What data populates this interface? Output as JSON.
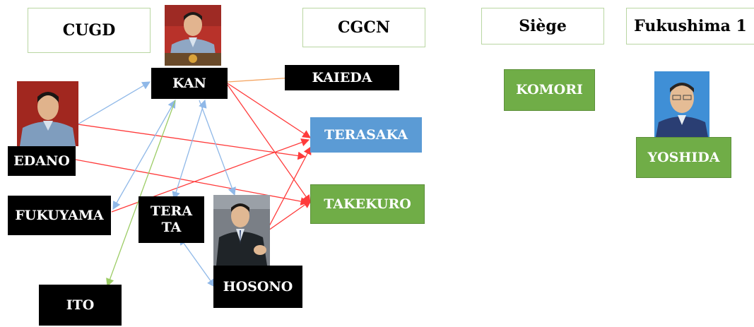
{
  "columns": [
    {
      "id": "cugd",
      "label": "CUGD"
    },
    {
      "id": "cgcn",
      "label": "CGCN"
    },
    {
      "id": "siege",
      "label": "Siège"
    },
    {
      "id": "fukushima",
      "label": "Fukushima 1"
    }
  ],
  "people": [
    {
      "id": "kan",
      "label": "KAN",
      "style": "black"
    },
    {
      "id": "kaieda",
      "label": "KAIEDA",
      "style": "black"
    },
    {
      "id": "terasaka",
      "label": "TERASAKA",
      "style": "blue"
    },
    {
      "id": "takekuro",
      "label": "TAKEKURO",
      "style": "green"
    },
    {
      "id": "edano",
      "label": "EDANO",
      "style": "black"
    },
    {
      "id": "fukuyama",
      "label": "FUKUYAMA",
      "style": "black"
    },
    {
      "id": "terata",
      "label_line1": "TERA",
      "label_line2": "TA",
      "style": "black"
    },
    {
      "id": "hosono",
      "label": "HOSONO",
      "style": "black"
    },
    {
      "id": "ito",
      "label": "ITO",
      "style": "black"
    },
    {
      "id": "komori",
      "label": "KOMORI",
      "style": "green"
    },
    {
      "id": "yoshida",
      "label": "YOSHIDA",
      "style": "green"
    }
  ],
  "photos": [
    {
      "id": "kan-photo",
      "of": "kan"
    },
    {
      "id": "edano-photo",
      "of": "edano"
    },
    {
      "id": "hosono-photo",
      "of": "hosono"
    },
    {
      "id": "yoshida-photo",
      "of": "yoshida"
    }
  ],
  "edges": [
    {
      "from": "kan",
      "to": "kaieda",
      "color": "orange",
      "arrow": "end"
    },
    {
      "from": "kan",
      "to": "terasaka",
      "color": "red",
      "arrow": "end"
    },
    {
      "from": "kan",
      "to": "takekuro",
      "color": "red",
      "arrow": "end"
    },
    {
      "from": "edano",
      "to": "kan",
      "color": "blue",
      "arrow": "end"
    },
    {
      "from": "edano",
      "to": "terasaka",
      "color": "red",
      "arrow": "end"
    },
    {
      "from": "edano",
      "to": "takekuro",
      "color": "red",
      "arrow": "end"
    },
    {
      "from": "fukuyama",
      "to": "kan",
      "color": "blue",
      "arrow": "both"
    },
    {
      "from": "fukuyama",
      "to": "terasaka",
      "color": "red",
      "arrow": "end"
    },
    {
      "from": "kan",
      "to": "terata",
      "color": "blue",
      "arrow": "both"
    },
    {
      "from": "kan",
      "to": "hosono",
      "color": "blue",
      "arrow": "end"
    },
    {
      "from": "kan",
      "to": "ito",
      "color": "green",
      "arrow": "end"
    },
    {
      "from": "terata",
      "to": "hosono",
      "color": "blue",
      "arrow": "both"
    },
    {
      "from": "hosono",
      "to": "terasaka",
      "color": "red",
      "arrow": "end"
    },
    {
      "from": "hosono",
      "to": "takekuro",
      "color": "red",
      "arrow": "end"
    }
  ],
  "colors": {
    "red": "#ff3b3b",
    "blue": "#8fb8e8",
    "orange": "#f4a460",
    "green": "#9ccc65",
    "node_black": "#000000",
    "node_blue": "#5b9bd5",
    "node_green": "#70ad47",
    "header_border": "#b9d6a2"
  }
}
